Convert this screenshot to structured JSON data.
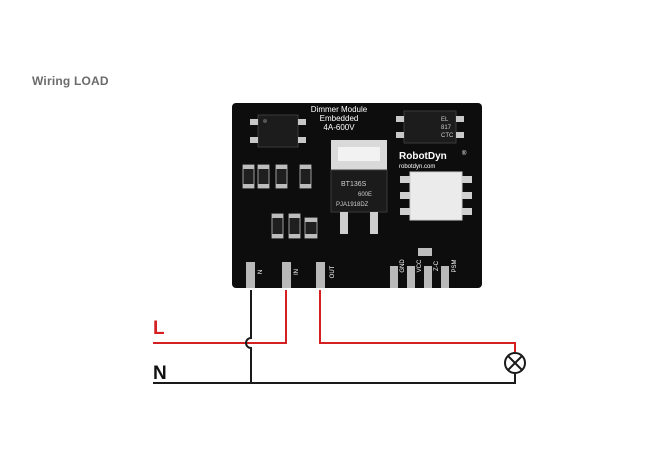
{
  "heading": "Wiring  LOAD",
  "board": {
    "title_line1": "Dimmer Module",
    "title_line2": "Embedded",
    "title_line3": "4A-600V",
    "brand": "RobotDyn",
    "brand_mark": "®",
    "website": "robotdyn.com",
    "triac_line1": "BT136S",
    "triac_line2": "600E",
    "triac_line3": "PJA1918DZ",
    "pins_left": [
      "N",
      "IN",
      "OUT"
    ],
    "pins_right": [
      "GND",
      "VCC",
      "Z-C",
      "PSM"
    ]
  },
  "wiring": {
    "line_label": "L",
    "neutral_label": "N",
    "line_color": "#d42020",
    "neutral_color": "#1a1a1a"
  },
  "colors": {
    "pcb": "#0d0d0d",
    "silk": "#ffffff",
    "pin": "#b9b9b9"
  }
}
